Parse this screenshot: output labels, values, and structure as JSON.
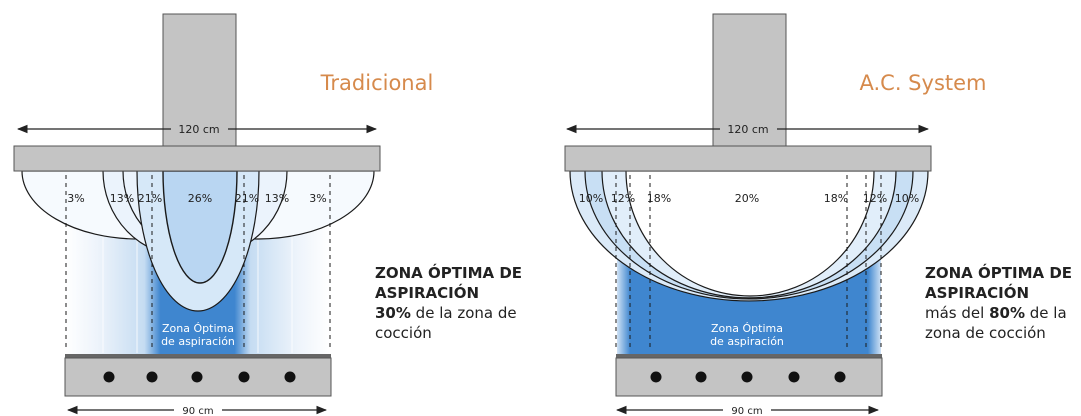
{
  "colors": {
    "title": "#d68a4c",
    "metal": "#c4c4c4",
    "metal_stroke": "#555555",
    "zone_blue": "#3f86cf",
    "lobe_light": "#eef5fc",
    "lobe_mid": "#d3e6f7",
    "lobe_dark": "#b7d5f1",
    "text": "#222222"
  },
  "left": {
    "title": "Tradicional",
    "width_label": "120 cm",
    "bottom_label": "90 cm",
    "pct_labels": [
      "3%",
      "13%",
      "21%",
      "26%",
      "21%",
      "13%",
      "3%"
    ],
    "zone_label_1": "Zona Óptima",
    "zone_label_2": "de aspiración",
    "caption": {
      "heading_1": "ZONA ÓPTIMA DE",
      "heading_2": "ASPIRACIÓN",
      "strong": "30%",
      "rest": " de la zona de",
      "line3": "cocción"
    }
  },
  "right": {
    "title": "A.C. System",
    "width_label": "120 cm",
    "bottom_label": "90 cm",
    "pct_labels": [
      "10%",
      "12%",
      "18%",
      "20%",
      "18%",
      "12%",
      "10%"
    ],
    "zone_label_1": "Zona Óptima",
    "zone_label_2": "de aspiración",
    "caption": {
      "heading_1": "ZONA ÓPTIMA DE",
      "heading_2": "ASPIRACIÓN",
      "pre": "más del ",
      "strong": "80%",
      "rest": " de la",
      "line3": "zona de cocción"
    }
  }
}
